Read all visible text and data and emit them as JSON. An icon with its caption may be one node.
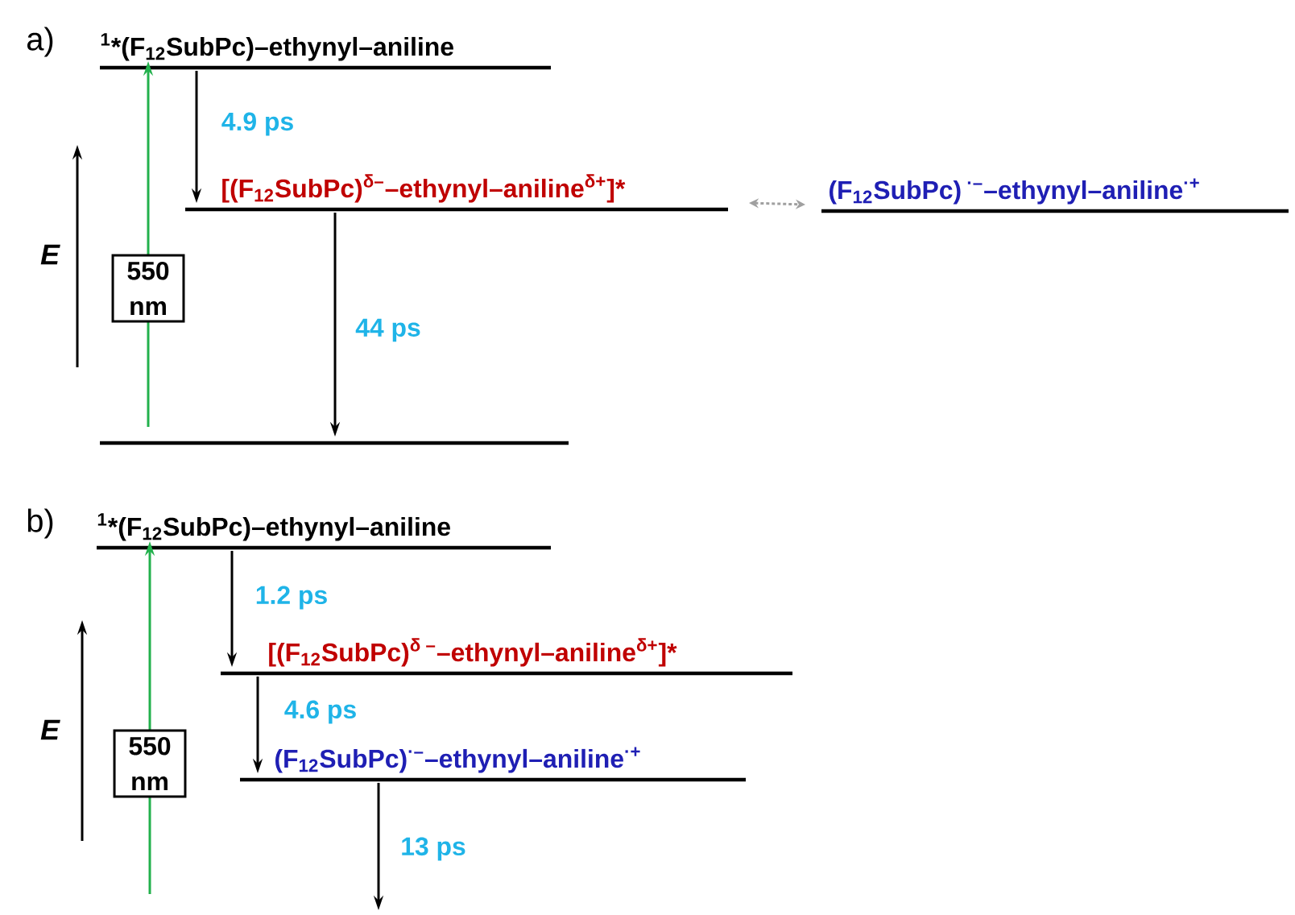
{
  "diagram": {
    "nodes": [
      {
        "text": [
          "$^{1}$*(F$_{12}$SubPc)–ethynyl–aniline"
        ]
      },
      {
        "text": [
          "[(F$_{12}$SubPc)$^{δ–}$–ethynyl–aniline$^{δ+}$]*"
        ]
      },
      {
        "text": [
          "(F$_{12}$SubPc)$^{ ·–}$–ethynyl–aniline$^{·+}$"
        ]
      },
      {
        "text": [],
        "shape": "bar"
      },
      {
        "text": [
          "$^{1}$*(F$_{12}$SubPc)–ethynyl–aniline"
        ]
      },
      {
        "text": [
          "[(F$_{12}$SubPc)$^{δ –}$–ethynyl–aniline$^{δ+}$]*"
        ]
      },
      {
        "text": [
          "(F$_{12}$SubPc)$^{·–}$–ethynyl–aniline$^{·+}$"
        ]
      }
    ],
    "edges": [
      {
        "from": 3,
        "to": 0,
        "arrow": "to",
        "label": "550 nm",
        "color": "#22b14c"
      },
      {
        "from": 0,
        "to": 1,
        "arrow": "to",
        "label": "4.9 ps"
      },
      {
        "from": 1,
        "to": 3,
        "arrow": "to",
        "label": "44 ps"
      },
      {
        "from": 1,
        "to": 2,
        "arrow": "both",
        "style": "dashed",
        "color": "#a0a0a0"
      },
      {
        "from": null,
        "to": 4,
        "arrow": "to",
        "label": "550 nm",
        "color": "#22b14c"
      },
      {
        "from": 4,
        "to": 5,
        "arrow": "to",
        "label": "1.2 ps"
      },
      {
        "from": 5,
        "to": 6,
        "arrow": "to",
        "label": "4.6 ps"
      },
      {
        "from": 6,
        "to": null,
        "arrow": "to",
        "label": "13 ps"
      }
    ],
    "labels": [
      "a)",
      "E",
      "b)",
      "E"
    ]
  }
}
